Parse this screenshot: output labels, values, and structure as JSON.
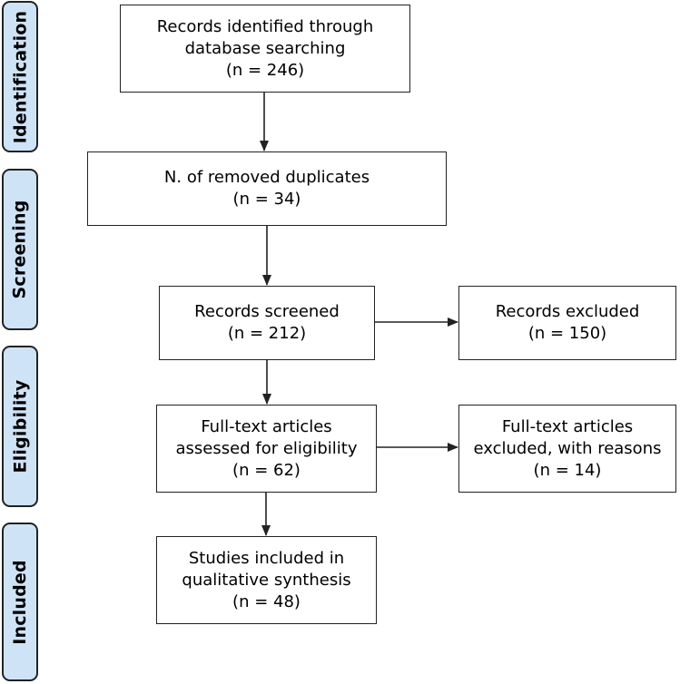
{
  "phases": {
    "identification": "Identification",
    "screening": "Screening",
    "eligibility": "Eligibility",
    "included": "Included"
  },
  "boxes": {
    "identified": {
      "line1": "Records identified through",
      "line2": "database searching",
      "count": "(n = 246)"
    },
    "duplicates": {
      "line1": "N. of removed duplicates",
      "count": "(n = 34)"
    },
    "screened": {
      "line1": "Records screened",
      "count": "(n = 212)"
    },
    "excluded": {
      "line1": "Records excluded",
      "count": "(n = 150)"
    },
    "fulltext": {
      "line1": "Full-text articles",
      "line2": "assessed for eligibility",
      "count": "(n = 62)"
    },
    "fulltext_excluded": {
      "line1": "Full-text articles",
      "line2": "excluded, with reasons",
      "count": "(n = 14)"
    },
    "included": {
      "line1": "Studies included in",
      "line2": "qualitative synthesis",
      "count": "(n = 48)"
    }
  },
  "colors": {
    "phase_fill": "#cfe3f7",
    "line": "#222222"
  }
}
